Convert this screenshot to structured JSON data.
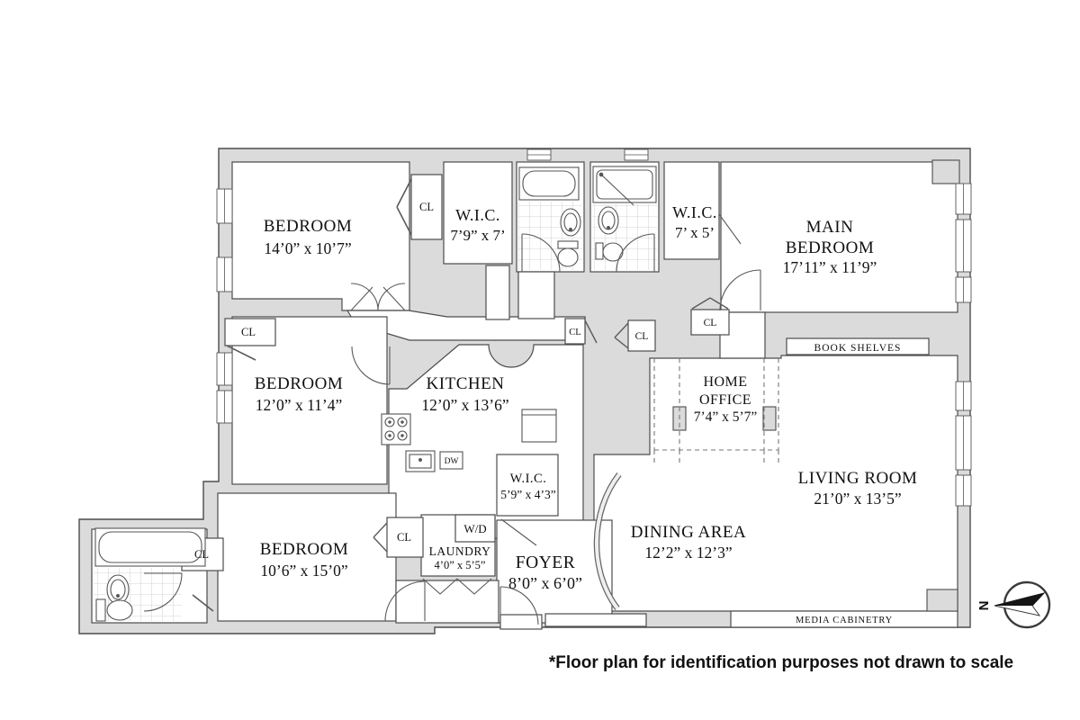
{
  "page": {
    "background": "#ffffff"
  },
  "colors": {
    "wall_fill": "#dbdbdb",
    "wall_stroke": "#4c4c4c",
    "floor": "#ffffff",
    "text": "#111111",
    "tile_line": "#c7c7c7",
    "compass_arrow": "#151515"
  },
  "rooms": {
    "bedroom_top_left": {
      "name": "BEDROOM",
      "dims": "14’0” x 10’7”"
    },
    "wic_top": {
      "name": "W.I.C.",
      "dims": "7’9” x 7’"
    },
    "wic_main": {
      "name": "W.I.C.",
      "dims": "7’ x 5’"
    },
    "main_bedroom": {
      "line1": "MAIN",
      "line2": "BEDROOM",
      "dims": "17’11” x 11’9”"
    },
    "bedroom_mid_left": {
      "name": "BEDROOM",
      "dims": "12’0” x 11’4”"
    },
    "kitchen": {
      "name": "KITCHEN",
      "dims": "12’0” x 13’6”"
    },
    "home_office": {
      "line1": "HOME",
      "line2": "OFFICE",
      "dims": "7’4” x 5’7”"
    },
    "living_room": {
      "name": "LIVING ROOM",
      "dims": "21’0” x 13’5”"
    },
    "dining_area": {
      "name": "DINING AREA",
      "dims": "12’2” x 12’3”"
    },
    "bedroom_bottom_left": {
      "name": "BEDROOM",
      "dims": "10’6” x 15’0”"
    },
    "wic_foyer": {
      "name": "W.I.C.",
      "dims": "5’9” x 4’3”"
    },
    "laundry": {
      "name": "LAUNDRY",
      "dims": "4’0” x 5’5”"
    },
    "foyer": {
      "name": "FOYER",
      "dims": "8’0” x 6’0”"
    }
  },
  "labels": {
    "closet": "CL",
    "washer_dryer": "W/D",
    "dishwasher": "DW",
    "book_shelves": "BOOK SHELVES",
    "media_cabinetry": "MEDIA CABINETRY"
  },
  "compass": {
    "north_label": "N"
  },
  "footnote": "*Floor plan for identification purposes not drawn to scale"
}
